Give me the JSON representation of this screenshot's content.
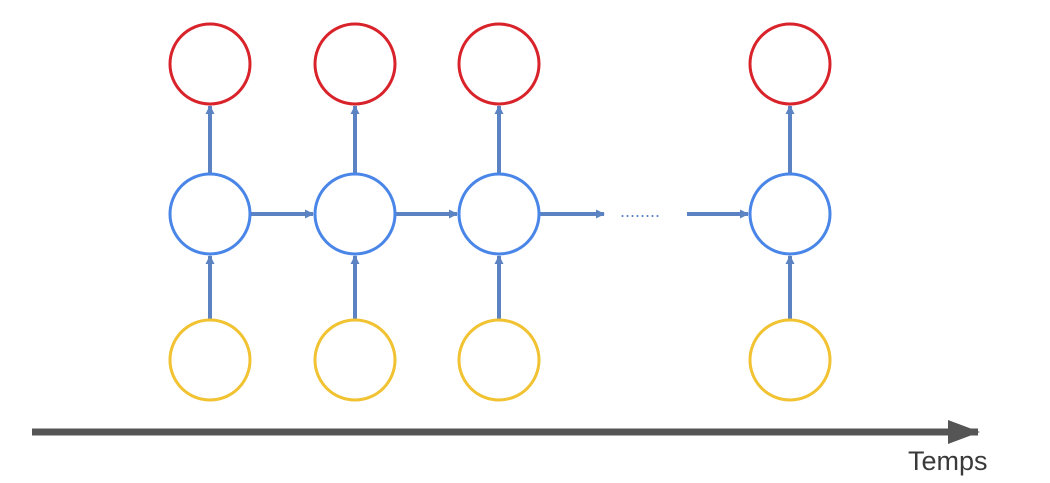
{
  "diagram": {
    "title": "",
    "time_axis_label": "Temps",
    "ellipsis": "........",
    "colors": {
      "output": "#d9232b",
      "hidden": "#4a86e8",
      "input": "#f1c232",
      "arrow": "#5b83c4",
      "axis": "#555555",
      "ellipsis": "#5b83c4"
    },
    "columns": [
      {
        "id": "t1",
        "output": "",
        "hidden": "",
        "input": ""
      },
      {
        "id": "t2",
        "output": "",
        "hidden": "",
        "input": ""
      },
      {
        "id": "t3",
        "output": "",
        "hidden": "",
        "input": ""
      },
      {
        "id": "tn",
        "output": "",
        "hidden": "",
        "input": ""
      }
    ],
    "edges": {
      "input_to_hidden": true,
      "hidden_to_output": true,
      "hidden_to_hidden": true
    }
  }
}
